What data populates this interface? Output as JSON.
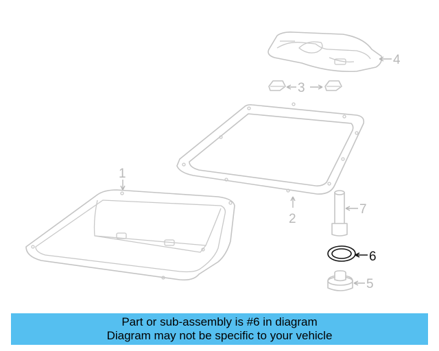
{
  "diagram": {
    "callouts": {
      "c1": "1",
      "c2": "2",
      "c3": "3",
      "c4": "4",
      "c5": "5",
      "c6": "6",
      "c7": "7"
    },
    "highlighted_part": "6",
    "colors": {
      "highlight": "#111111",
      "parts": "#c4c4c4",
      "banner": "#55bff0"
    }
  },
  "banner": {
    "line1": "Part or sub-assembly is #6 in diagram",
    "line2": "Diagram may not be specific to your vehicle"
  }
}
